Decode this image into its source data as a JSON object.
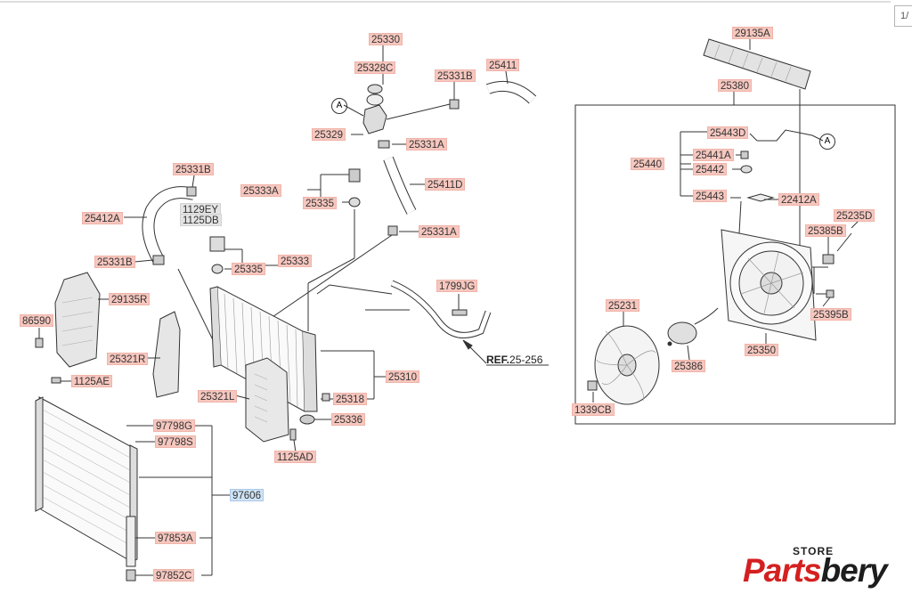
{
  "page_indicator": "1/",
  "parts": [
    {
      "id": "p25330",
      "label": "25330"
    },
    {
      "id": "p25328C",
      "label": "25328C"
    },
    {
      "id": "p25331B_top",
      "label": "25331B"
    },
    {
      "id": "p25411",
      "label": "25411"
    },
    {
      "id": "p25329",
      "label": "25329"
    },
    {
      "id": "p25331A_top",
      "label": "25331A"
    },
    {
      "id": "p25331B_left",
      "label": "25331B"
    },
    {
      "id": "p25333A",
      "label": "25333A"
    },
    {
      "id": "p25411D",
      "label": "25411D"
    },
    {
      "id": "p25335_top",
      "label": "25335"
    },
    {
      "id": "p1129EY",
      "label": "1129EY",
      "style": "plain"
    },
    {
      "id": "p1125DB",
      "label": "1125DB",
      "style": "plain"
    },
    {
      "id": "p25412A",
      "label": "25412A"
    },
    {
      "id": "p25331A_mid",
      "label": "25331A"
    },
    {
      "id": "p25331B_low",
      "label": "25331B"
    },
    {
      "id": "p25335_low",
      "label": "25335"
    },
    {
      "id": "p25333",
      "label": "25333"
    },
    {
      "id": "p1799JG",
      "label": "1799JG"
    },
    {
      "id": "p29135R",
      "label": "29135R"
    },
    {
      "id": "p86590",
      "label": "86590"
    },
    {
      "id": "p25321R",
      "label": "25321R"
    },
    {
      "id": "p25310",
      "label": "25310"
    },
    {
      "id": "p1125AE",
      "label": "1125AE"
    },
    {
      "id": "p25321L",
      "label": "25321L"
    },
    {
      "id": "p25318",
      "label": "25318"
    },
    {
      "id": "p25336",
      "label": "25336"
    },
    {
      "id": "p97798G",
      "label": "97798G"
    },
    {
      "id": "p97798S",
      "label": "97798S"
    },
    {
      "id": "p1125AD",
      "label": "1125AD"
    },
    {
      "id": "p97606",
      "label": "97606",
      "style": "blue"
    },
    {
      "id": "p97853A",
      "label": "97853A"
    },
    {
      "id": "p97852C",
      "label": "97852C"
    },
    {
      "id": "p29135A",
      "label": "29135A"
    },
    {
      "id": "p25380",
      "label": "25380"
    },
    {
      "id": "p25443D",
      "label": "25443D"
    },
    {
      "id": "p25441A",
      "label": "25441A"
    },
    {
      "id": "p25440",
      "label": "25440"
    },
    {
      "id": "p25442",
      "label": "25442"
    },
    {
      "id": "p25443",
      "label": "25443"
    },
    {
      "id": "p22412A",
      "label": "22412A"
    },
    {
      "id": "p25235D",
      "label": "25235D"
    },
    {
      "id": "p25385B",
      "label": "25385B"
    },
    {
      "id": "p25231",
      "label": "25231"
    },
    {
      "id": "p25395B",
      "label": "25395B"
    },
    {
      "id": "p25350",
      "label": "25350"
    },
    {
      "id": "p25386",
      "label": "25386"
    },
    {
      "id": "p1339CB",
      "label": "1339CB"
    }
  ],
  "callouts": {
    "a_left": "A",
    "a_right": "A"
  },
  "ref": {
    "prefix": "REF.",
    "value": "25-256"
  },
  "logo": {
    "store": "STORE",
    "name_part1": "Parts",
    "name_part2": "bery"
  }
}
